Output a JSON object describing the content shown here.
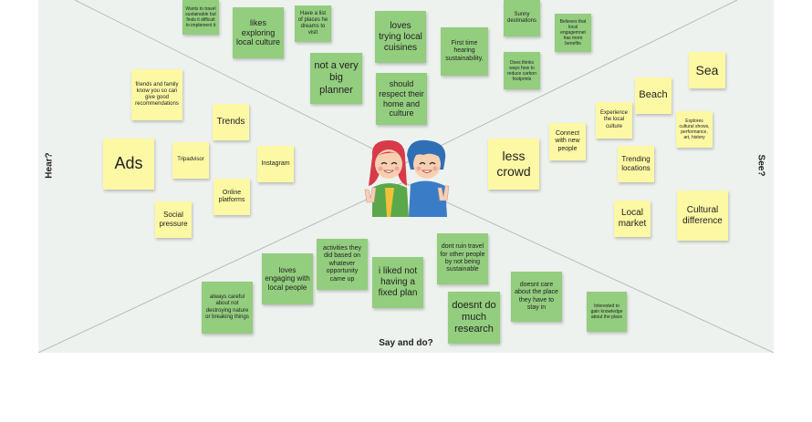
{
  "labels": {
    "hear": "Hear?",
    "see": "See?",
    "say_do": "Say and do?"
  },
  "notes": {
    "wants_travel": "Wants to travel sustainable but finds it difficult to implement it",
    "likes_exploring": "likes exploring local culture",
    "list_places": "Have a list of places he dreams to visit",
    "loves_cuisines": "loves trying local cuisines",
    "not_planner": "not a very big planner",
    "respect_home": "should respect their home and culture",
    "first_time": "First time hearing sustainability.",
    "sunny": "Sunny destinations",
    "believes_local": "Believes that local engagemnet has more benefits",
    "reduce_carbon": "Does thinks ways how to reduce carbon footprints",
    "friends_family": "friends and family know you so can give good recommendations",
    "trends": "Trends",
    "ads": "Ads",
    "tripadvisor": "Tripadvisor",
    "instagram": "Instagram",
    "online_platforms": "Online platforms",
    "social_pressure": "Social pressure",
    "sea": "Sea",
    "beach": "Beach",
    "experience_culture": "Experience the local culture",
    "explores_cultural": "Explores cultural shows, performance, art, history",
    "connect_people": "Connect with new people",
    "less_crowd": "less crowd",
    "trending_locations": "Trending locations",
    "local_market": "Local market",
    "cultural_difference": "Cultural difference",
    "loves_engaging": "loves engaging with local people",
    "activities": "activities they did based on whatever opportunity came up",
    "always_careful": "always careful about not destroying nature or breaking things",
    "fixed_plan": "i liked not having a fixed plan",
    "dont_ruin": "dont ruin travel for other people by not being sustainable",
    "doesnt_research": "doesnt do much research",
    "doesnt_care": "doesnt care about the place they have to stay in",
    "interested_gain": "Interested to gain knowledge about the place"
  },
  "colors": {
    "yellow_note": "#fdf8a4",
    "green_note": "#93cd7e",
    "board": "#eef2ef"
  },
  "icons": {
    "persona": "two-people-peace-sign-illustration"
  }
}
